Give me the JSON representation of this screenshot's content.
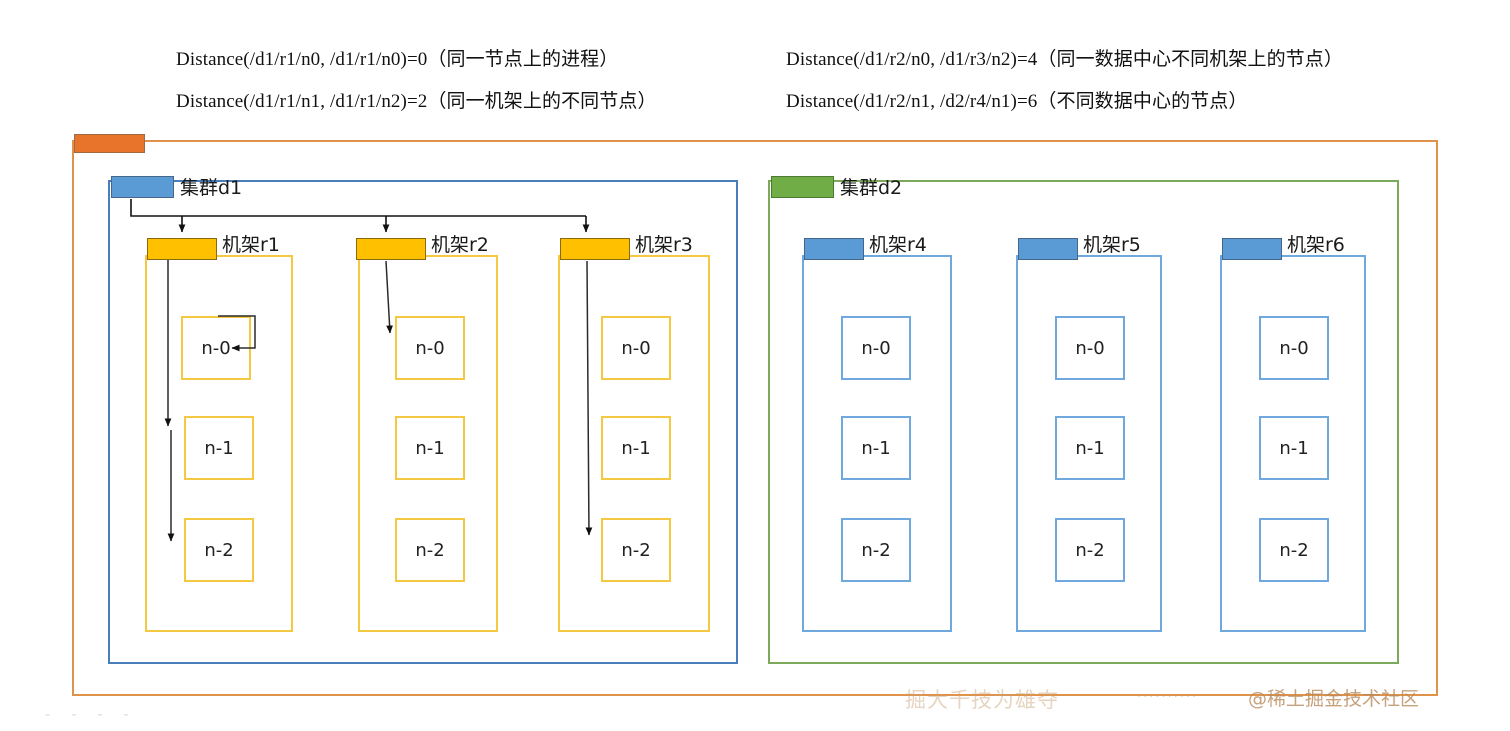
{
  "formulas": [
    {
      "id": "f1",
      "text": "Distance(/d1/r1/n0, /d1/r1/n0)=0（同一节点上的进程）"
    },
    {
      "id": "f2",
      "text": "Distance(/d1/r1/n1, /d1/r1/n2)=2（同一机架上的不同节点）"
    },
    {
      "id": "f3",
      "text": "Distance(/d1/r2/n0, /d1/r3/n2)=4（同一数据中心不同机架上的节点）"
    },
    {
      "id": "f4",
      "text": "Distance(/d1/r2/n1, /d2/r4/n1)=6（不同数据中心的节点）"
    }
  ],
  "clusters": [
    {
      "id": "d1",
      "label": "集群d1",
      "tab_color": "#5B9BD5",
      "border_color": "#4A7EBB",
      "racks": [
        {
          "id": "r1",
          "label": "机架r1",
          "tab_color": "#FFC000",
          "border_color": "#F5C842",
          "nodes": [
            "n-0",
            "n-1",
            "n-2"
          ]
        },
        {
          "id": "r2",
          "label": "机架r2",
          "tab_color": "#FFC000",
          "border_color": "#F5C842",
          "nodes": [
            "n-0",
            "n-1",
            "n-2"
          ]
        },
        {
          "id": "r3",
          "label": "机架r3",
          "tab_color": "#FFC000",
          "border_color": "#F5C842",
          "nodes": [
            "n-0",
            "n-1",
            "n-2"
          ]
        }
      ]
    },
    {
      "id": "d2",
      "label": "集群d2",
      "tab_color": "#70AD47",
      "border_color": "#7DA95B",
      "racks": [
        {
          "id": "r4",
          "label": "机架r4",
          "tab_color": "#5B9BD5",
          "border_color": "#6FA8DC",
          "nodes": [
            "n-0",
            "n-1",
            "n-2"
          ]
        },
        {
          "id": "r5",
          "label": "机架r5",
          "tab_color": "#5B9BD5",
          "border_color": "#6FA8DC",
          "nodes": [
            "n-0",
            "n-1",
            "n-2"
          ]
        },
        {
          "id": "r6",
          "label": "机架r6",
          "tab_color": "#5B9BD5",
          "border_color": "#6FA8DC",
          "nodes": [
            "n-0",
            "n-1",
            "n-2"
          ]
        }
      ]
    }
  ],
  "outer": {
    "tab_color": "#E8732B",
    "border_color": "#E0924B"
  },
  "watermark": {
    "main": "掘大千技为雄夺",
    "brand": "@稀土掘金技术社区",
    "dots": "··········",
    "bottom_left": "- - - -"
  }
}
